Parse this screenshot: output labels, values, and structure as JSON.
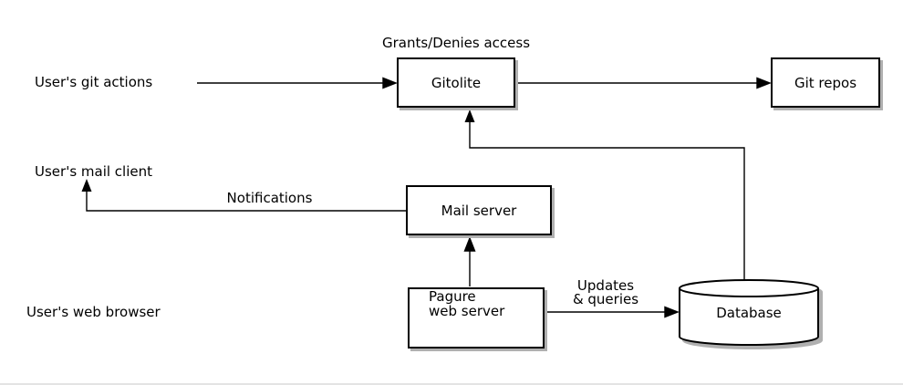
{
  "diagram": {
    "background": "#ffffff",
    "line_color": "#000000",
    "shadow_color": "#b0b0b0",
    "nodes": {
      "gitolite": {
        "label": "Gitolite",
        "shape": "rectangle"
      },
      "git_repos": {
        "label": "Git repos",
        "shape": "rectangle"
      },
      "mail_server": {
        "label": "Mail server",
        "shape": "rectangle"
      },
      "pagure_web_server": {
        "label_line1": "Pagure",
        "label_line2": "web server",
        "shape": "rectangle"
      },
      "database": {
        "label": "Database",
        "shape": "cylinder"
      }
    },
    "external_entities": {
      "git_actions": {
        "label": "User's git actions"
      },
      "mail_client": {
        "label": "User's mail client"
      },
      "web_browser": {
        "label": "User's web browser"
      }
    },
    "edge_labels": {
      "grants": "Grants/Denies access",
      "notifications": "Notifications",
      "updates_line1": "Updates",
      "updates_line2": "& queries"
    }
  }
}
